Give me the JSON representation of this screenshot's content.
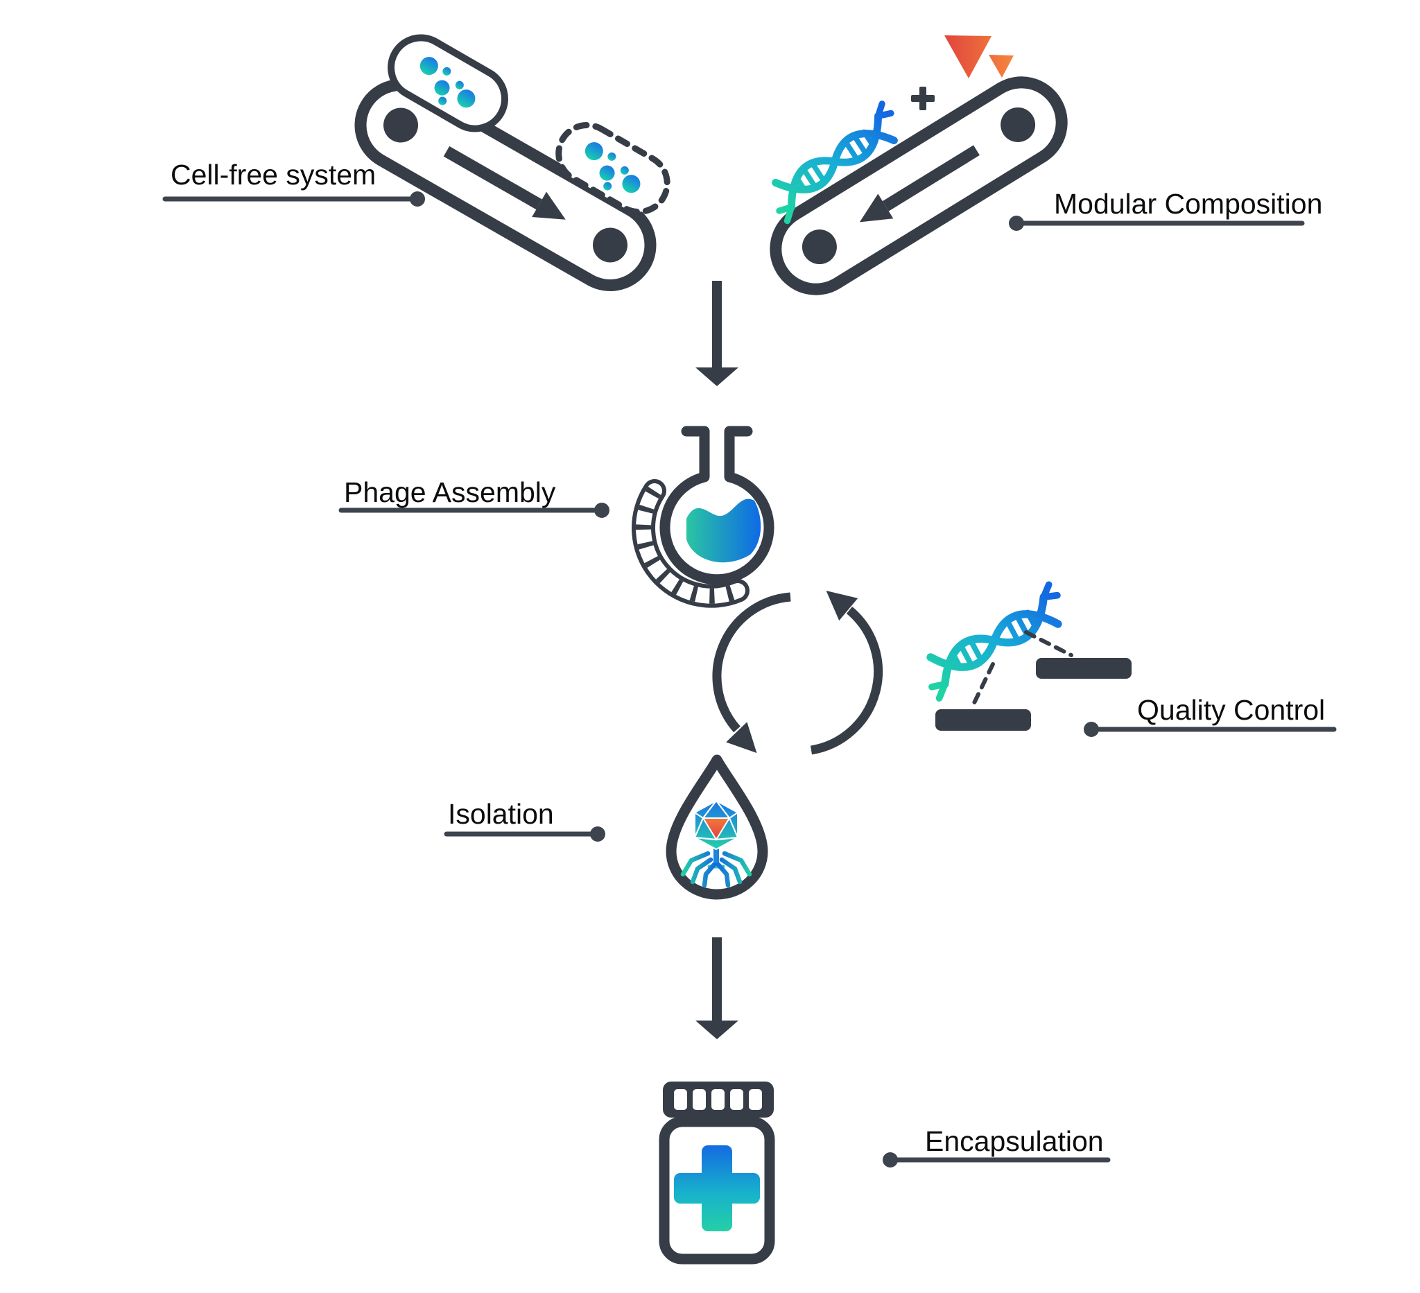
{
  "diagram": {
    "background": "#ffffff",
    "steps": [
      {
        "id": "cell-free-system",
        "label": "Cell-free system"
      },
      {
        "id": "modular-composition",
        "label": "Modular Composition"
      },
      {
        "id": "phage-assembly",
        "label": "Phage Assembly"
      },
      {
        "id": "quality-control",
        "label": "Quality Control"
      },
      {
        "id": "isolation",
        "label": "Isolation"
      },
      {
        "id": "encapsulation",
        "label": "Encapsulation"
      }
    ],
    "icons": [
      "conveyor-belt-icon",
      "bacterial-cell-icon",
      "lysed-cell-dashed-icon",
      "dna-helix-icon",
      "plus-icon",
      "module-triangles-icon",
      "down-arrow-icon",
      "assembly-flask-icon",
      "cycle-arrows-icon",
      "alignment-bars-icon",
      "droplet-icon",
      "phage-icon",
      "medicine-bottle-icon",
      "medical-cross-icon"
    ],
    "colors": {
      "ink": "#363D47",
      "blue": "#1467E2",
      "teal": "#22D3A6",
      "cyan": "#18AFD4",
      "orange": "#F6853B",
      "red": "#E0453E",
      "label_text": "#0C0C0C",
      "leader_line": "#3D444E"
    }
  }
}
